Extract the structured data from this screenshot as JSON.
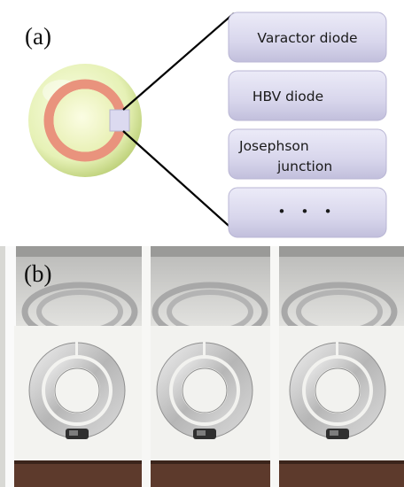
{
  "figure": {
    "panel_a_label": "(a)",
    "panel_b_label": "(b)",
    "element_boxes": [
      {
        "label": "Varactor diode"
      },
      {
        "label": "HBV diode"
      },
      {
        "label_line1": "Josephson",
        "label_line2": "junction"
      },
      {
        "label": "• • •"
      }
    ]
  },
  "colors": {
    "sphere_outer": "#e4f0b2",
    "ring": "#e9937d",
    "box_fill": "#dcd9ee",
    "photo_background": "#d8d8d4",
    "substrate_white": "#f3f3f0",
    "pcb_brown": "#5d3a2c"
  }
}
